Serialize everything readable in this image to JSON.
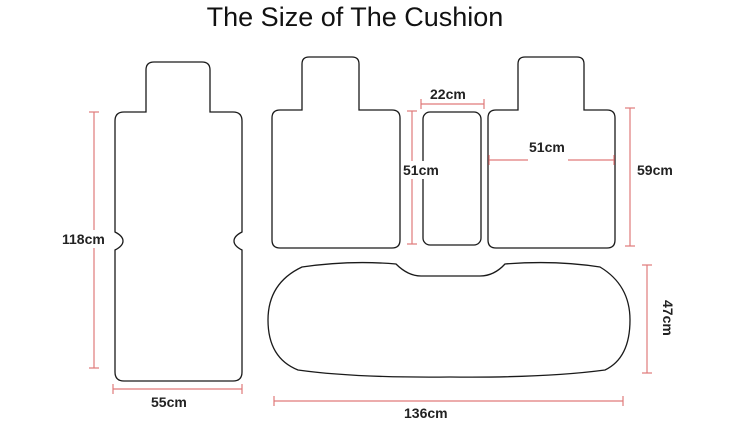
{
  "title": "The Size of The Cushion",
  "colors": {
    "outline": "#1a1a1a",
    "dimension_line": "#e07a7a",
    "text": "#222222"
  },
  "dimensions": {
    "front_height": "118cm",
    "front_width": "55cm",
    "rear_back_middle_width": "22cm",
    "rear_back_middle_height": "51cm",
    "rear_back_side_width": "51cm",
    "rear_back_side_height": "59cm",
    "rear_seat_height": "47cm",
    "rear_seat_width": "136cm"
  }
}
